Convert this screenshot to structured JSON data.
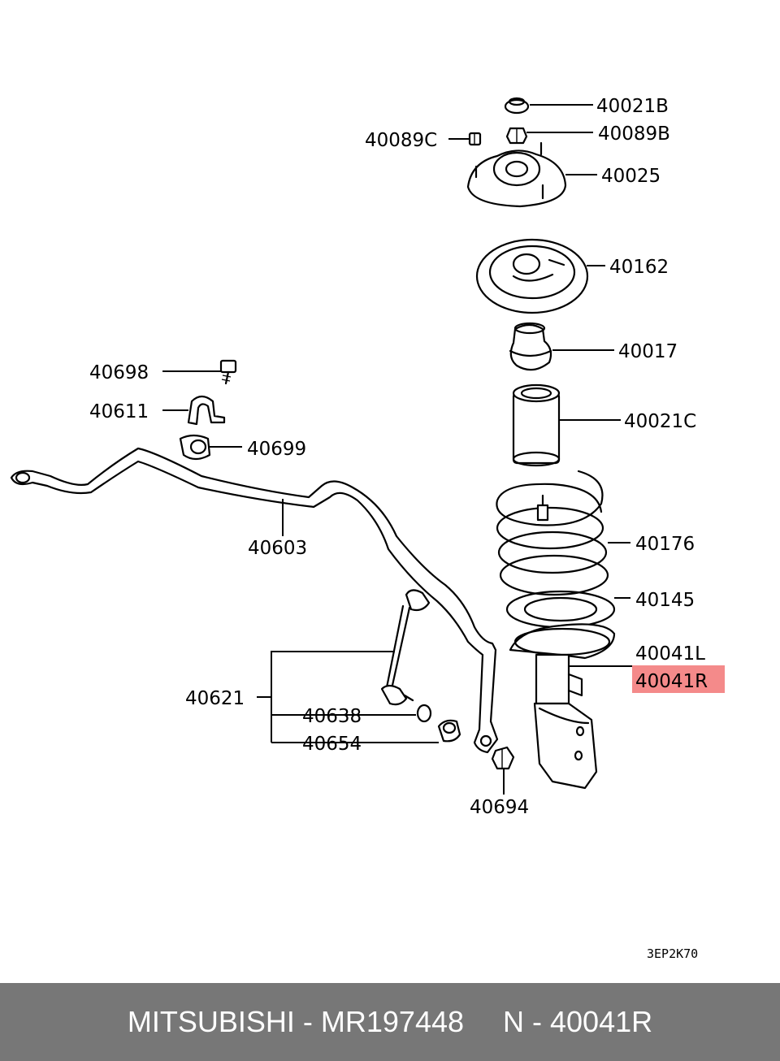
{
  "diagram": {
    "labels": {
      "p40021B": "40021B",
      "p40089C": "40089C",
      "p40089B": "40089B",
      "p40025": "40025",
      "p40162": "40162",
      "p40017": "40017",
      "p40698": "40698",
      "p40611": "40611",
      "p40699": "40699",
      "p40021C": "40021C",
      "p40603": "40603",
      "p40176": "40176",
      "p40145": "40145",
      "p40041L": "40041L",
      "p40041R": "40041R",
      "p40621": "40621",
      "p40638": "40638",
      "p40654": "40654",
      "p40694": "40694"
    },
    "highlighted_part": "40041R",
    "highlight_color": "#f48a8a",
    "diagram_code": "3EP2K70"
  },
  "footer": {
    "brand": "MITSUBISHI",
    "separator": " - ",
    "part_number": "MR197448",
    "ref_prefix": "N - ",
    "ref_number": "40041R",
    "background_color": "#777777"
  }
}
